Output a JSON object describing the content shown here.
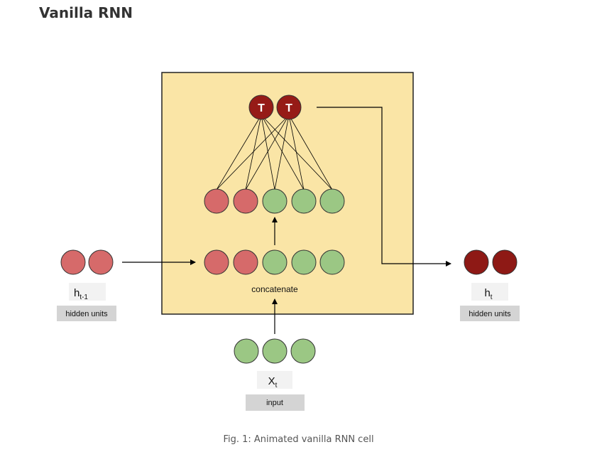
{
  "title": "Vanilla RNN",
  "caption": "Fig. 1: Animated vanilla RNN cell",
  "colors": {
    "cell_fill": "#fae5a6",
    "hidden_unit": "#d66a6a",
    "input_unit": "#9bc784",
    "tanh_unit": "#961b17",
    "output_unit": "#8e1915",
    "label_box": "#f2f2f2",
    "tag_box": "#d4d4d4"
  },
  "nodes": {
    "tanh_label": "T",
    "prev_hidden": {
      "name": "h",
      "sub": "t-1",
      "tag": "hidden units"
    },
    "output": {
      "name": "h",
      "sub": "t",
      "tag": "hidden units"
    },
    "input": {
      "name": "X",
      "sub": "t",
      "tag": "input"
    },
    "concat_label": "concatenate"
  }
}
